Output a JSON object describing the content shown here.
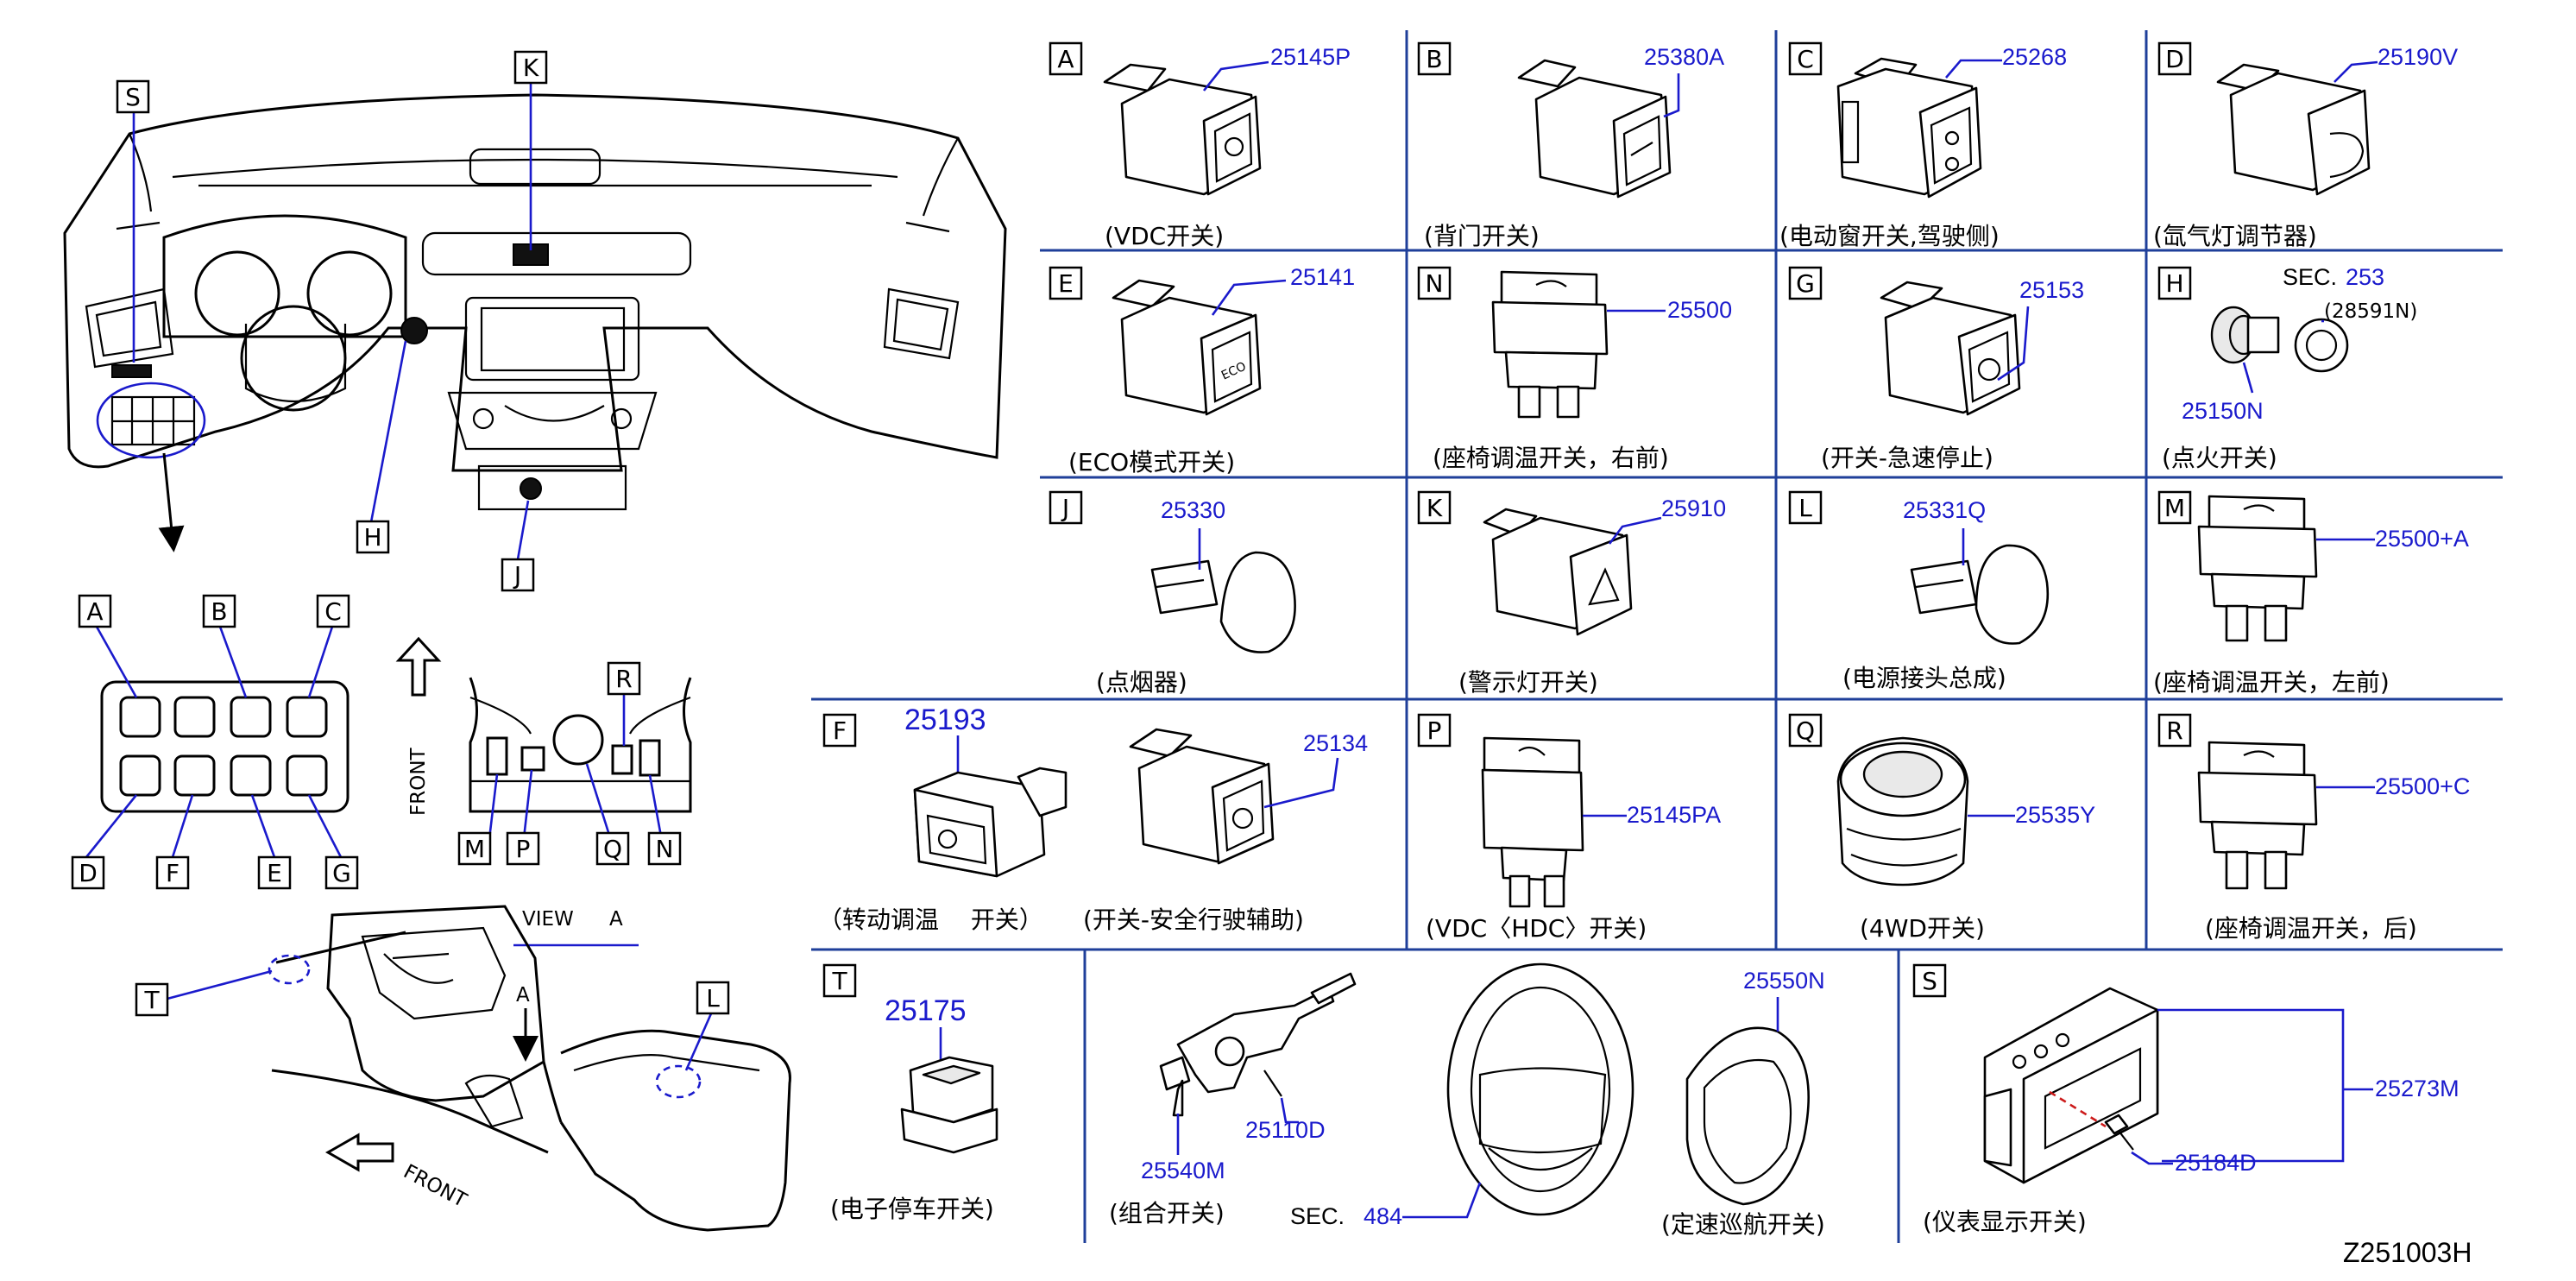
{
  "diagram_code": "Z251003H",
  "overview": {
    "view_label": "VIEW",
    "view_letter": "A",
    "front_label": "FRONT",
    "front_label_bottom": "FRONT",
    "arrow_letter": "A",
    "location_letters": {
      "S": "S",
      "K": "K",
      "H": "H",
      "J": "J",
      "A": "A",
      "B": "B",
      "C": "C",
      "D": "D",
      "F": "F",
      "E": "E",
      "G": "G",
      "R": "R",
      "M": "M",
      "P": "P",
      "Q": "Q",
      "N": "N",
      "T": "T",
      "L": "L"
    }
  },
  "cells": {
    "A": {
      "letter": "A",
      "part": "25145P",
      "caption": "(VDC开关)"
    },
    "B": {
      "letter": "B",
      "part": "25380A",
      "caption": "(背门开关)"
    },
    "C": {
      "letter": "C",
      "part": "25268",
      "caption": "(电动窗开关,驾驶侧)"
    },
    "D": {
      "letter": "D",
      "part": "25190V",
      "caption": "(氙气灯调节器)"
    },
    "E": {
      "letter": "E",
      "part": "25141",
      "caption": "(ECO模式开关)"
    },
    "N": {
      "letter": "N",
      "part": "25500",
      "caption": "(座椅调温开关，右前)"
    },
    "G": {
      "letter": "G",
      "part": "25153",
      "caption": "(开关-急速停止)"
    },
    "H": {
      "letter": "H",
      "sec_label": "SEC.",
      "sec_num": "253",
      "part_ref": "(28591N)",
      "part": "25150N",
      "caption": "(点火开关)"
    },
    "J": {
      "letter": "J",
      "part": "25330",
      "caption": "(点烟器)"
    },
    "K": {
      "letter": "K",
      "part": "25910",
      "caption": "(警示灯开关)"
    },
    "L": {
      "letter": "L",
      "part": "25331Q",
      "caption": "(电源接头总成)"
    },
    "M": {
      "letter": "M",
      "part": "25500+A",
      "caption": "(座椅调温开关，左前)"
    },
    "F": {
      "letter": "F",
      "part_a": "25193",
      "part_b": "25134",
      "caption_a": "（转动调温　 开关）",
      "caption_b": "(开关-安全行驶辅助)"
    },
    "P": {
      "letter": "P",
      "part": "25145PA",
      "caption": "(VDC〈HDC〉开关)"
    },
    "Q": {
      "letter": "Q",
      "part": "25535Y",
      "caption": "(4WD开关)"
    },
    "R": {
      "letter": "R",
      "part": "25500+C",
      "caption": "(座椅调温开关，后)"
    },
    "T": {
      "letter": "T",
      "part": "25175",
      "caption": "(电子停车开关)"
    },
    "combo": {
      "part_a": "25540M",
      "part_b": "25110D",
      "caption": "(组合开关)"
    },
    "cruise": {
      "part": "25550N",
      "sec_label": "SEC.",
      "sec_num": "484",
      "caption": "(定速巡航开关)"
    },
    "S": {
      "letter": "S",
      "part_a": "25273M",
      "part_b": "25184D",
      "caption": "(仪表显示开关)"
    }
  },
  "colors": {
    "part_number": "#1a1acc",
    "grid_line": "#1f3f9a"
  }
}
